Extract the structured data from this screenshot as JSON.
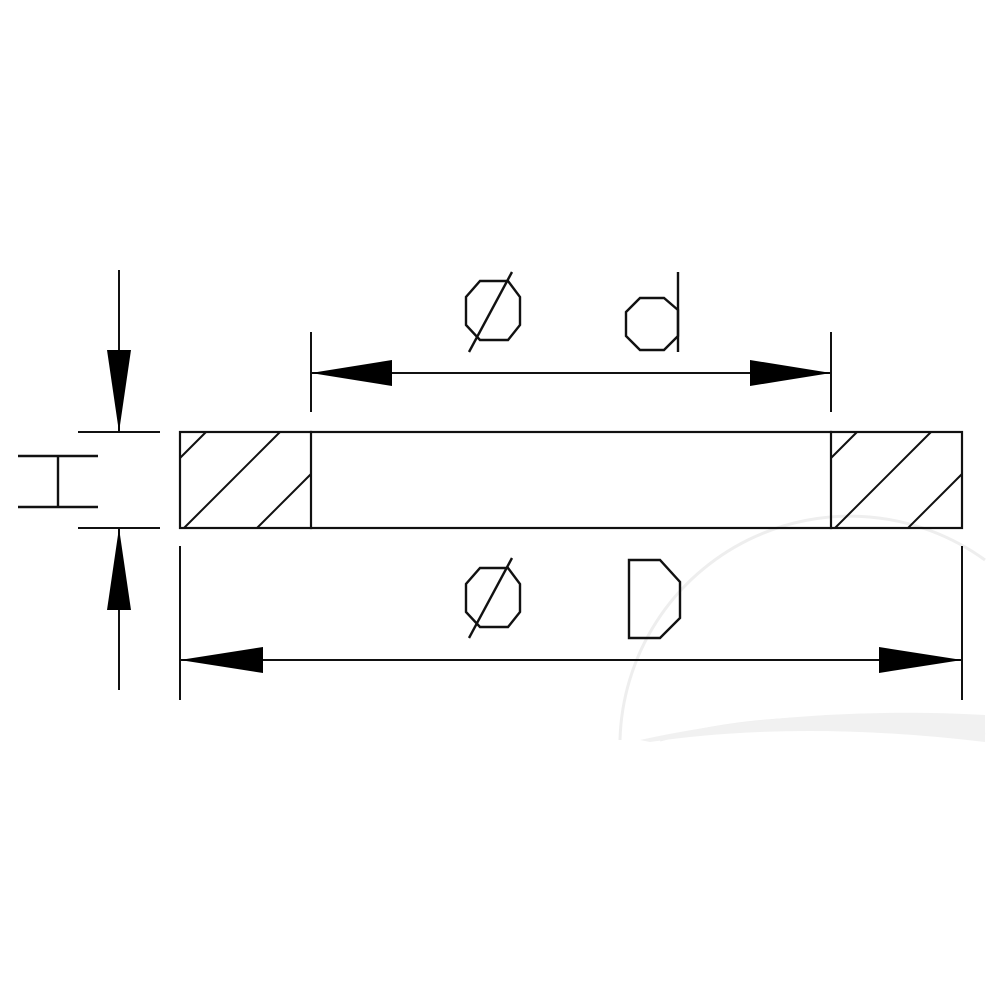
{
  "diagram": {
    "inner_diameter_label": "Ø d",
    "outer_diameter_label": "Ø D",
    "thickness_label": "H"
  },
  "colors": {
    "line": "#111111",
    "background": "#ffffff",
    "watermark": "#eeeeee"
  }
}
